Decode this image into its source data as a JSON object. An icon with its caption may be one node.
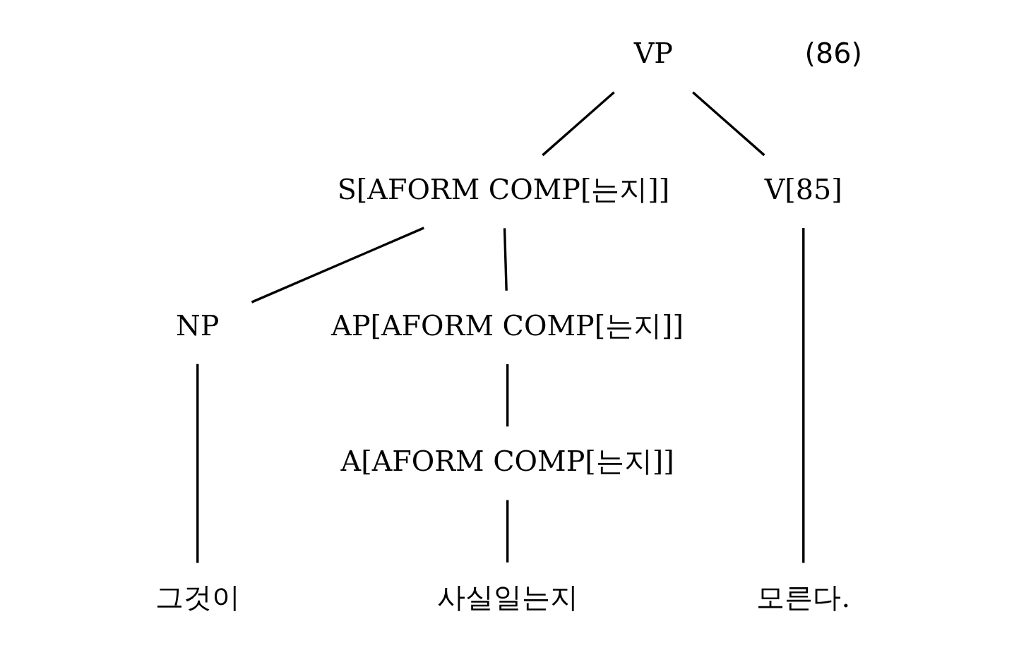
{
  "diagram": {
    "nodes": [
      {
        "text": [
          "VP"
        ]
      },
      {
        "text": [
          "S[AFORM COMP[는지]]"
        ]
      },
      {
        "text": [
          "V[85]"
        ]
      },
      {
        "text": [
          "NP"
        ]
      },
      {
        "text": [
          "AP[AFORM COMP[는지]]"
        ]
      },
      {
        "text": [
          "A[AFORM COMP[는지]]"
        ]
      },
      {
        "text": [
          "그것이"
        ]
      },
      {
        "text": [
          "사실일는지"
        ]
      },
      {
        "text": [
          "모른다."
        ]
      }
    ],
    "edges": [
      {
        "from": 0,
        "to": 1,
        "arrow": "none"
      },
      {
        "from": 0,
        "to": 2,
        "arrow": "none"
      },
      {
        "from": 1,
        "to": 3,
        "arrow": "none"
      },
      {
        "from": 1,
        "to": 4,
        "arrow": "none"
      },
      {
        "from": 3,
        "to": 6,
        "arrow": "none"
      },
      {
        "from": 4,
        "to": 5,
        "arrow": "none"
      },
      {
        "from": 5,
        "to": 7,
        "arrow": "none"
      },
      {
        "from": 2,
        "to": 8,
        "arrow": "none"
      }
    ],
    "labels": [
      "(86)"
    ]
  }
}
